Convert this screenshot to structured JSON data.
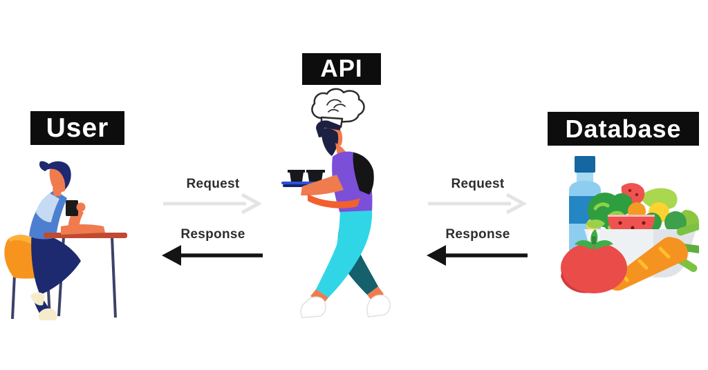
{
  "diagram": {
    "nodes": {
      "user": {
        "label": "User"
      },
      "api": {
        "label": "API"
      },
      "database": {
        "label": "Database"
      }
    },
    "flows": {
      "user_to_api": {
        "request": "Request",
        "response": "Response"
      },
      "api_to_database": {
        "request": "Request",
        "response": "Response"
      }
    },
    "icons": {
      "user": "person-sitting-at-table-drinking-coffee-icon",
      "api": "chef-waiter-carrying-tray-icon",
      "database": "groceries-salad-bowl-bottle-vegetables-icon"
    },
    "colors": {
      "background": "#ffffff",
      "label_background": "#0d0d0d",
      "label_text": "#ffffff",
      "request_arrow": "#e4e4e4",
      "response_arrow": "#141414",
      "flow_label_text": "#2d2d2d"
    }
  }
}
